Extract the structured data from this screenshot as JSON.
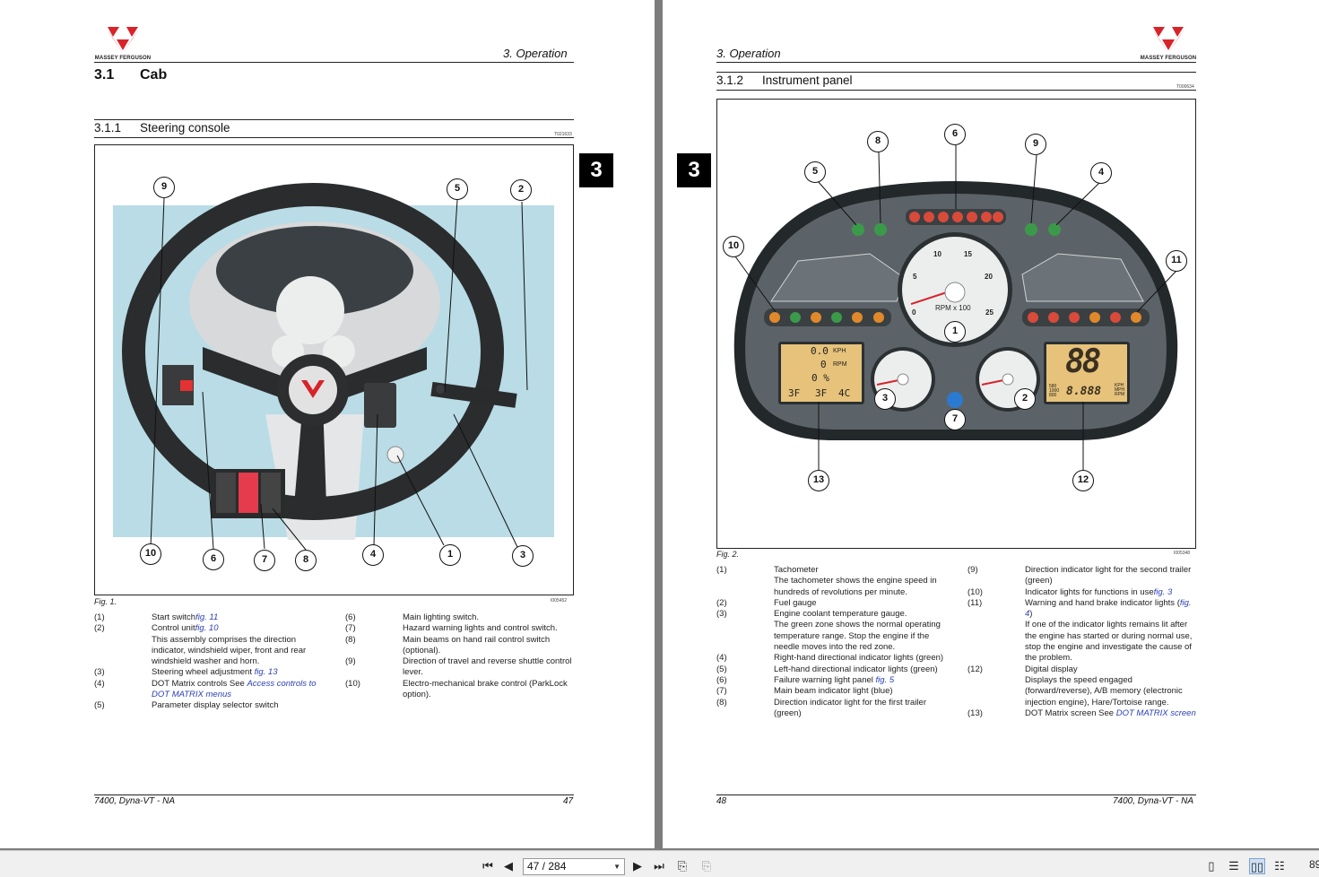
{
  "left_page": {
    "brand": "MASSEY FERGUSON",
    "header": "3. Operation",
    "section_num": "3.1",
    "section_title": "Cab",
    "subsection_num": "3.1.1",
    "subsection_title": "Steering console",
    "ref_code": "T021633",
    "figure_caption": "Fig. 1.",
    "figure_code": "I005452",
    "callouts": [
      "9",
      "5",
      "2",
      "10",
      "6",
      "7",
      "8",
      "4",
      "1",
      "3"
    ],
    "legend_left": [
      {
        "num": "(1)",
        "text": "Start switch",
        "link": "fig. 11"
      },
      {
        "num": "(2)",
        "text": "Control unit",
        "link": "fig. 10"
      },
      {
        "num": "",
        "text": "This assembly comprises the direction indicator, windshield wiper, front and rear windshield washer and horn.",
        "link": ""
      },
      {
        "num": "(3)",
        "text": "Steering wheel adjustment ",
        "link": "fig. 13"
      },
      {
        "num": "(4)",
        "text": "DOT Matrix controls See ",
        "link": "Access controls to DOT MATRIX menus"
      },
      {
        "num": "(5)",
        "text": "Parameter display selector switch",
        "link": ""
      }
    ],
    "legend_right": [
      {
        "num": "(6)",
        "text": "Main lighting switch."
      },
      {
        "num": "(7)",
        "text": "Hazard warning lights and control switch."
      },
      {
        "num": "(8)",
        "text": "Main beams on hand rail control switch (optional)."
      },
      {
        "num": "(9)",
        "text": "Direction of travel and reverse shuttle control lever."
      },
      {
        "num": "(10)",
        "text": "Electro-mechanical brake control (ParkLock option)."
      }
    ],
    "footer_left": "7400, Dyna-VT - NA",
    "footer_right": "47",
    "chapter_tab": "3"
  },
  "right_page": {
    "brand": "MASSEY FERGUSON",
    "header": "3. Operation",
    "subsection_num": "3.1.2",
    "subsection_title": "Instrument panel",
    "ref_code": "T000634",
    "figure_caption": "Fig. 2.",
    "figure_code": "I005348",
    "chapter_tab": "3",
    "panel": {
      "tacho_label": "RPM x 100",
      "tacho_ticks": [
        "0",
        "5",
        "10",
        "15",
        "20",
        "25"
      ],
      "display_left": {
        "line1_val": "0.0",
        "line1_unit": "KPH",
        "line2_val": "0",
        "line2_unit": "RPM",
        "line3_val": "0 %",
        "line4": "3F",
        "line4b": "3F",
        "line4c": "4C"
      },
      "display_right": {
        "big": "88",
        "small": "8.888",
        "units": [
          "KPH",
          "MPH",
          "RPM"
        ],
        "left_units": [
          "580",
          "1000",
          "800"
        ]
      }
    },
    "callouts": [
      "6",
      "8",
      "9",
      "5",
      "4",
      "10",
      "11",
      "1",
      "3",
      "2",
      "7",
      "13",
      "12"
    ],
    "legend_left": [
      {
        "num": "(1)",
        "text": "Tachometer",
        "link": ""
      },
      {
        "num": "",
        "text": "The tachometer shows the engine speed in hundreds of revolutions per minute.",
        "link": ""
      },
      {
        "num": "(2)",
        "text": "Fuel gauge",
        "link": ""
      },
      {
        "num": "(3)",
        "text": "Engine coolant temperature gauge.",
        "link": ""
      },
      {
        "num": "",
        "text": "The green zone shows the normal operating temperature range. Stop the engine if the needle moves into the red zone.",
        "link": ""
      },
      {
        "num": "(4)",
        "text": "Right-hand directional indicator lights (green)",
        "link": ""
      },
      {
        "num": "(5)",
        "text": "Left-hand directional indicator lights (green)",
        "link": ""
      },
      {
        "num": "(6)",
        "text": "Failure warning light panel ",
        "link": "fig. 5"
      },
      {
        "num": "(7)",
        "text": "Main beam indicator light (blue)",
        "link": ""
      },
      {
        "num": "(8)",
        "text": "Direction indicator light for the first trailer (green)",
        "link": ""
      }
    ],
    "legend_right": [
      {
        "num": "(9)",
        "text": "Direction indicator light for the second trailer (green)",
        "link": ""
      },
      {
        "num": "(10)",
        "text": "Indicator lights for functions in use",
        "link": "fig. 3"
      },
      {
        "num": "(11)",
        "text": "Warning and hand brake indicator lights (",
        "link": "fig. 4",
        "after": ")"
      },
      {
        "num": "",
        "text": "If one of the indicator lights remains lit after the engine has started or during normal use, stop the engine and investigate the cause of the problem.",
        "link": ""
      },
      {
        "num": "(12)",
        "text": "Digital display",
        "link": ""
      },
      {
        "num": "",
        "text": "Displays the speed engaged (forward/reverse), A/B memory (electronic injection engine), Hare/Tortoise range.",
        "link": ""
      },
      {
        "num": "(13)",
        "text": "DOT Matrix screen See ",
        "link": "DOT MATRIX screen"
      }
    ],
    "footer_left": "48",
    "footer_right": "7400, Dyna-VT - NA"
  },
  "toolbar": {
    "page_field": "47 / 284",
    "zoom": "89"
  },
  "colors": {
    "mf_red": "#d8232a",
    "dash_grey": "#5c6368",
    "lcd_amber": "#e6c27a",
    "link_blue": "#2a3fb5"
  }
}
